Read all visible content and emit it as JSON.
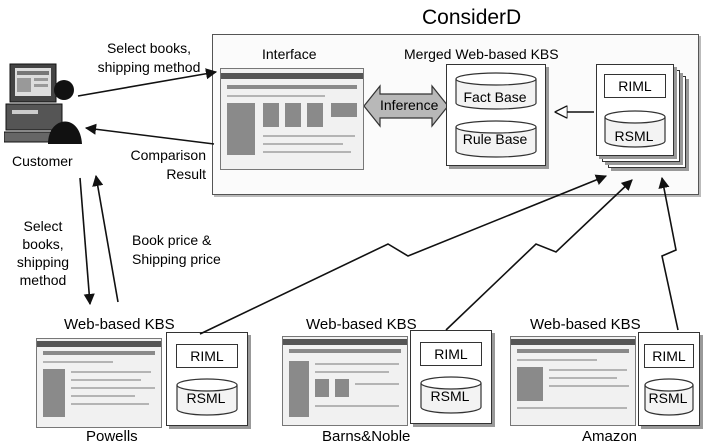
{
  "title": "ConsiderD",
  "customer": {
    "label": "Customer",
    "to_system": [
      "Select books,",
      "shipping method"
    ],
    "from_system": [
      "Comparison",
      "Result"
    ],
    "to_store": [
      "Select",
      "books,",
      "shipping",
      "method"
    ],
    "from_store": [
      "Book price &",
      "Shipping price"
    ]
  },
  "system": {
    "interface_label": "Interface",
    "kbs_label": "Merged Web-based KBS",
    "inference_label": "Inference",
    "fact_base": "Fact Base",
    "rule_base": "Rule Base",
    "riml": "RIML",
    "rsml": "RSML"
  },
  "stores": [
    {
      "name": "Powells",
      "kbs_label": "Web-based KBS",
      "riml": "RIML",
      "rsml": "RSML"
    },
    {
      "name": "Barns&Noble",
      "kbs_label": "Web-based KBS",
      "riml": "RIML",
      "rsml": "RSML"
    },
    {
      "name": "Amazon",
      "kbs_label": "Web-based KBS",
      "riml": "RIML",
      "rsml": "RSML"
    }
  ]
}
